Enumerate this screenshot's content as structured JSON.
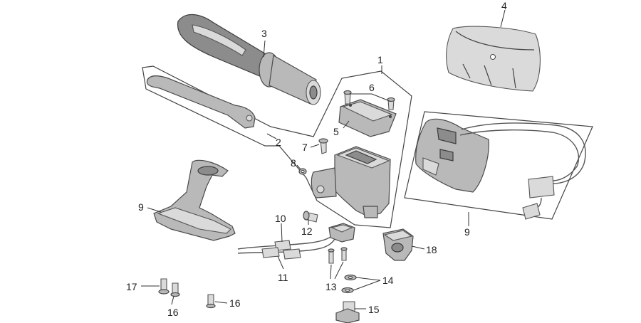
{
  "labels": {
    "l1": "1",
    "l2": "2",
    "l3": "3",
    "l4": "4",
    "l5": "5",
    "l6": "6",
    "l7": "7",
    "l8": "8",
    "l9a": "9",
    "l9b": "9",
    "l10": "10",
    "l11": "11",
    "l12": "12",
    "l13": "13",
    "l14": "14",
    "l15": "15",
    "l16a": "16",
    "l16b": "16",
    "l17": "17",
    "l18": "18"
  }
}
